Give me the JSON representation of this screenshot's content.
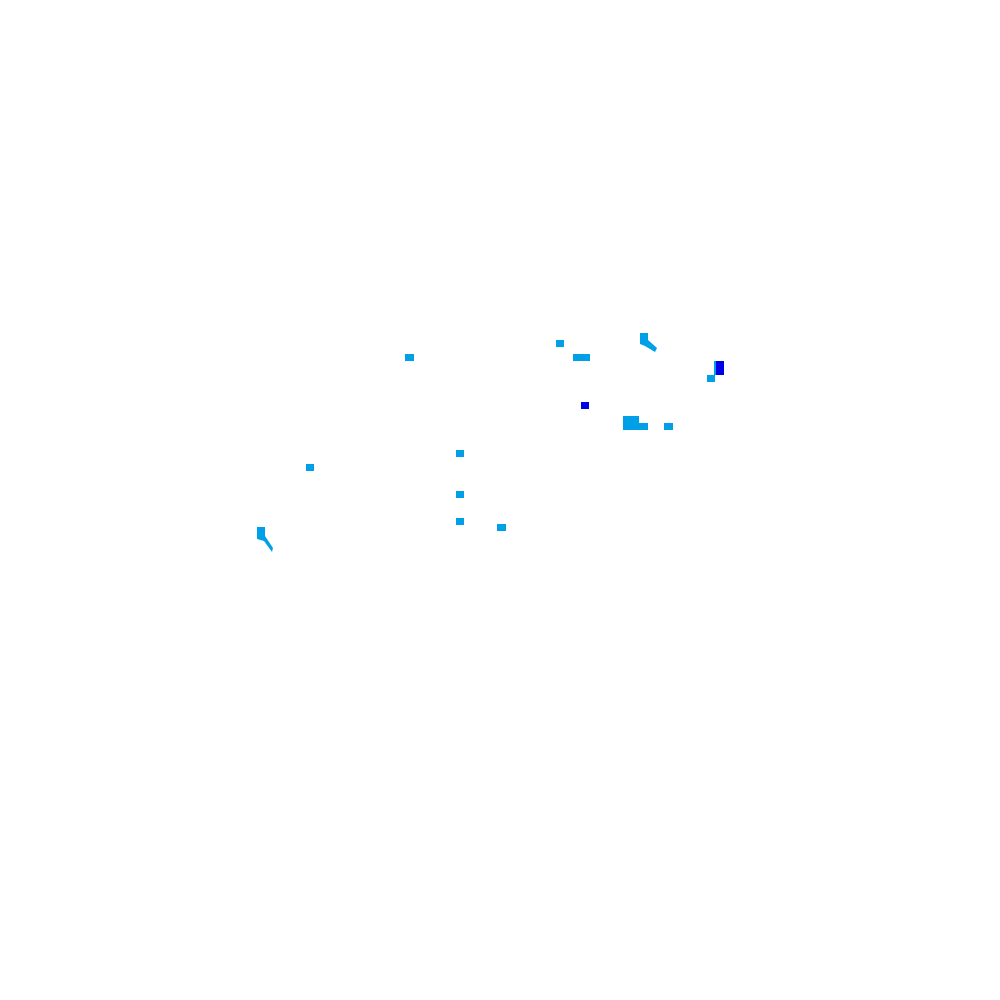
{
  "map": {
    "background_color": "#ffffff",
    "colors": {
      "light_blue": "#00a0e9",
      "dark_blue": "#0000e6"
    },
    "marker_groups": [
      {
        "name": "light-blue-markers",
        "color_key": "light_blue",
        "count": 16
      },
      {
        "name": "dark-blue-markers",
        "color_key": "dark_blue",
        "count": 2
      }
    ]
  }
}
